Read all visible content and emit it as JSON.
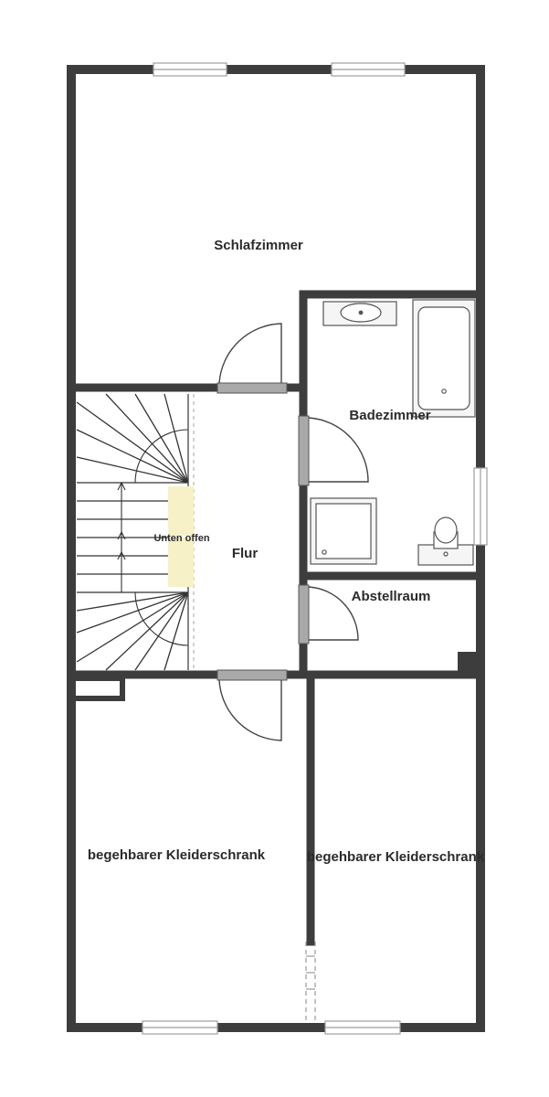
{
  "rooms": {
    "schlafzimmer": "Schlafzimmer",
    "badezimmer": "Badezimmer",
    "flur": "Flur",
    "abstellraum": "Abstellraum",
    "kleiderschrank_left": "begehbarer Kleiderschrank",
    "kleiderschrank_right": "begehbarer Kleiderschrank"
  },
  "stairs_note": "Unten offen",
  "colors": {
    "wall": "#3d3d3d",
    "window": "#cfcfcf",
    "door_leaf": "#a9a9a9",
    "fixture": "#555555",
    "stair_highlight": "#f6f1c6"
  }
}
